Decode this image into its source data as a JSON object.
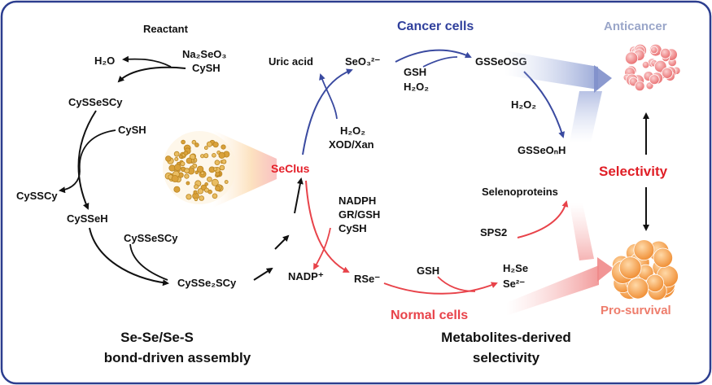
{
  "labels": {
    "reactant": "Reactant",
    "na2seo3": "Na₂SeO₃",
    "cysh_top": "CySH",
    "h2o": "H₂O",
    "cysseScy": "CySSeSCy",
    "cysh_mid": "CySH",
    "cysscy": "CySSCy",
    "cyssef": "CySSeH",
    "cysseScy2": "CySSeSCy",
    "cysse2scy": "CySSe₂SCy",
    "seclus": "SeClus",
    "uric_acid": "Uric acid",
    "seo3": "SeO₃²⁻",
    "h2o2_xod": "H₂O₂",
    "xod_xan": "XOD/Xan",
    "nadph": "NADPH",
    "gr_gsh": "GR/GSH",
    "cysh_low": "CySH",
    "nadp": "NADP⁺",
    "rse": "RSe⁻",
    "cancer_cells": "Cancer cells",
    "gsh_top": "GSH",
    "h2o2_top": "H₂O₂",
    "gsseosg": "GSSeOSG",
    "h2o2_right": "H₂O₂",
    "gsseonh": "GSSeOₙH",
    "anticancer": "Anticancer",
    "selectivity": "Selectivity",
    "selenoproteins": "Selenoproteins",
    "sps2": "SPS2",
    "gsh_low": "GSH",
    "h2se": "H₂Se",
    "se2": "Se²⁻",
    "normal_cells": "Normal cells",
    "pro_survival": "Pro-survival",
    "caption_left_1": "Se-Se/Se-S",
    "caption_left_2": "bond-driven assembly",
    "caption_right_1": "Metabolites-derived",
    "caption_right_2": "selectivity"
  },
  "colors": {
    "frame": "#2c3e8f",
    "cancer_path": "#3a4aa0",
    "normal_path": "#e8434a",
    "black_path": "#111111",
    "nanocluster": "#d9a13a",
    "cancer_cell": "#f08080",
    "survival_cell": "#f5a04a"
  },
  "icons": {
    "nanocluster": "nanocluster-image",
    "cancer_cells": "cancer-cell-cluster-image",
    "normal_cells": "healthy-cell-cluster-image"
  }
}
